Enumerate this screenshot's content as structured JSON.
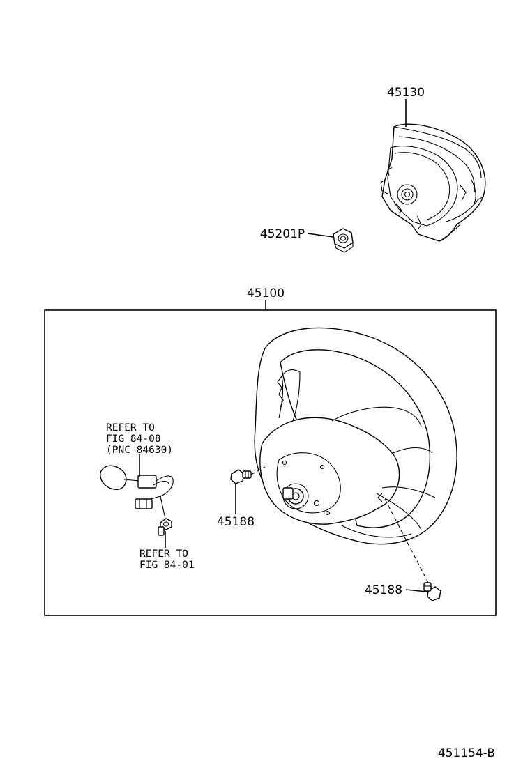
{
  "diagram": {
    "parts": {
      "pad": "45130",
      "nut": "45201P",
      "wheel": "45100",
      "screw_left": "45188",
      "screw_right": "45188"
    },
    "references": {
      "connector": [
        "REFER TO",
        "FIG 84-08",
        "(PNC 84630)"
      ],
      "bolt": [
        "REFER TO",
        "FIG 84-01"
      ]
    },
    "figure_code": "451154-B"
  }
}
